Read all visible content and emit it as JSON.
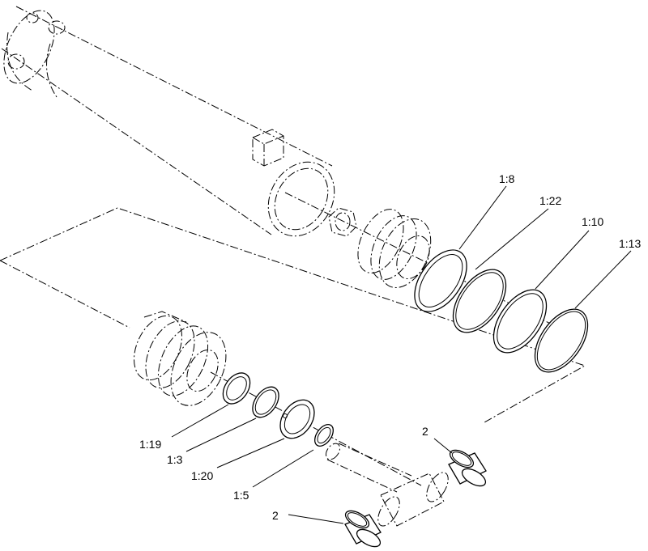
{
  "callouts": [
    {
      "id": "c-1-8",
      "text": "1:8"
    },
    {
      "id": "c-1-22",
      "text": "1:22"
    },
    {
      "id": "c-1-10",
      "text": "1:10"
    },
    {
      "id": "c-1-13",
      "text": "1:13"
    },
    {
      "id": "c-1-19",
      "text": "1:19"
    },
    {
      "id": "c-1-3",
      "text": "1:3"
    },
    {
      "id": "c-1-20",
      "text": "1:20"
    },
    {
      "id": "c-1-5",
      "text": "1:5"
    },
    {
      "id": "c-2-top",
      "text": "2"
    },
    {
      "id": "c-2-bottom",
      "text": "2"
    }
  ]
}
